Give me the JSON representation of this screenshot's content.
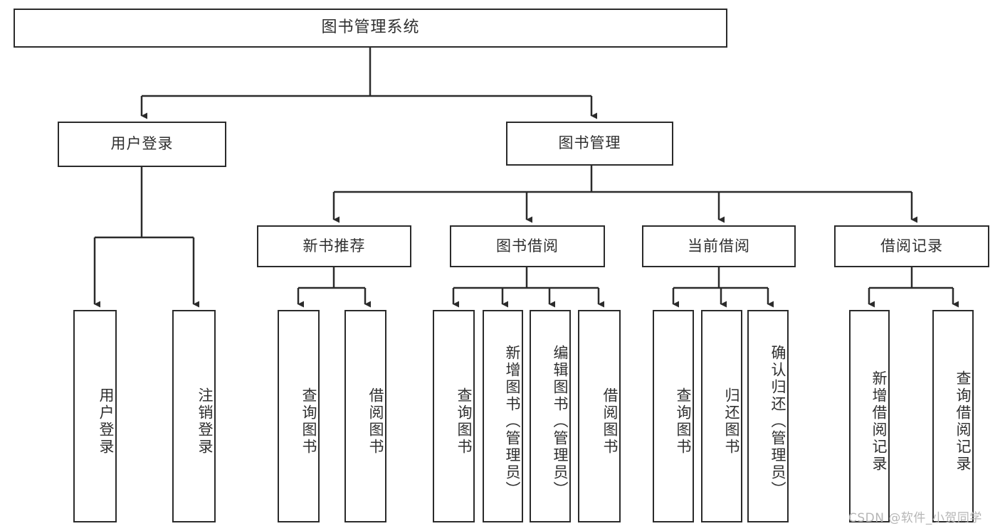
{
  "diagram": {
    "title": "图书管理系统",
    "type": "tree-hierarchy-chart",
    "stroke_color": "#2b2b2b",
    "text_color": "#2f2f2f",
    "background_color": "#ffffff",
    "watermark": "CSDN @软件_小贺同学"
  },
  "nodes": {
    "root": {
      "label": "图书管理系统"
    },
    "level1": [
      {
        "label": "用户登录"
      },
      {
        "label": "图书管理"
      }
    ],
    "level2": [
      {
        "label": "新书推荐"
      },
      {
        "label": "图书借阅"
      },
      {
        "label": "当前借阅"
      },
      {
        "label": "借阅记录"
      }
    ],
    "leaves": {
      "user_login": [
        {
          "label": "用户登录"
        },
        {
          "label": "注销登录"
        }
      ],
      "new_book_recommend": [
        {
          "label": "查询图书"
        },
        {
          "label": "借阅图书"
        }
      ],
      "book_borrow": [
        {
          "label": "查询图书"
        },
        {
          "label": "新增图书（管理员）"
        },
        {
          "label": "编辑图书（管理员）"
        },
        {
          "label": "借阅图书"
        }
      ],
      "current_borrow": [
        {
          "label": "查询图书"
        },
        {
          "label": "归还图书"
        },
        {
          "label": "确认归还（管理员）"
        }
      ],
      "borrow_record": [
        {
          "label": "新增借阅记录"
        },
        {
          "label": "查询借阅记录"
        }
      ]
    }
  }
}
